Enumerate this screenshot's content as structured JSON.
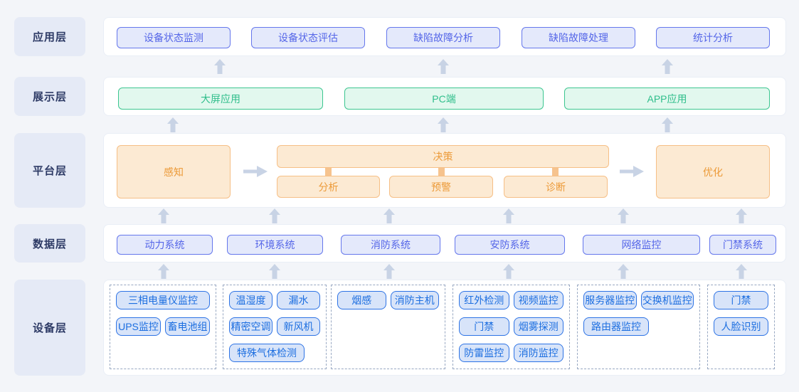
{
  "app_layer": {
    "label": "应用层",
    "buttons": [
      "设备状态监测",
      "设备状态评估",
      "缺陷故障分析",
      "缺陷故障处理",
      "统计分析"
    ]
  },
  "display_layer": {
    "label": "展示层",
    "boxes": [
      "大屏应用",
      "PC端",
      "APP应用"
    ]
  },
  "platform_layer": {
    "label": "平台层",
    "perception": "感知",
    "decision": "决策",
    "analysis": "分析",
    "early_warning": "预警",
    "diagnosis": "诊断",
    "optimization": "优化"
  },
  "data_layer": {
    "label": "数据层",
    "systems": [
      "动力系统",
      "环境系统",
      "消防系统",
      "安防系统",
      "网络监控",
      "门禁系统"
    ]
  },
  "device_layer": {
    "label": "设备层",
    "power": [
      "三相电量仪监控",
      "UPS监控",
      "畜电池组"
    ],
    "environment": [
      "温湿度",
      "漏水",
      "精密空调",
      "新风机",
      "特殊气体检测"
    ],
    "fire": [
      "烟感",
      "消防主机"
    ],
    "security": [
      "红外检测",
      "视频监控",
      "门禁",
      "烟雾探测",
      "防雷监控",
      "消防监控"
    ],
    "network": [
      "服务器监控",
      "交换机监控",
      "路由器监控"
    ],
    "access": [
      "门禁",
      "人脸识别"
    ]
  },
  "colors": {
    "page_background": "#F3F5F9",
    "panel_background": "#FFFFFF",
    "label_background": "#E5EAF6",
    "label_text": "#2E3B66",
    "indigo_fill": "#E4E9FB",
    "indigo_border": "#6577EC",
    "indigo_text": "#5566E8",
    "green_fill": "#E2F8EE",
    "green_border": "#3CC690",
    "green_text": "#2FBE8B",
    "orange_fill": "#FCEAD3",
    "orange_border": "#F6BF86",
    "orange_text": "#EC9A38",
    "device_fill": "#D8E4F9",
    "device_border": "#2D73E5",
    "device_text": "#1C6EE0",
    "arrow": "#C8D3E5"
  }
}
